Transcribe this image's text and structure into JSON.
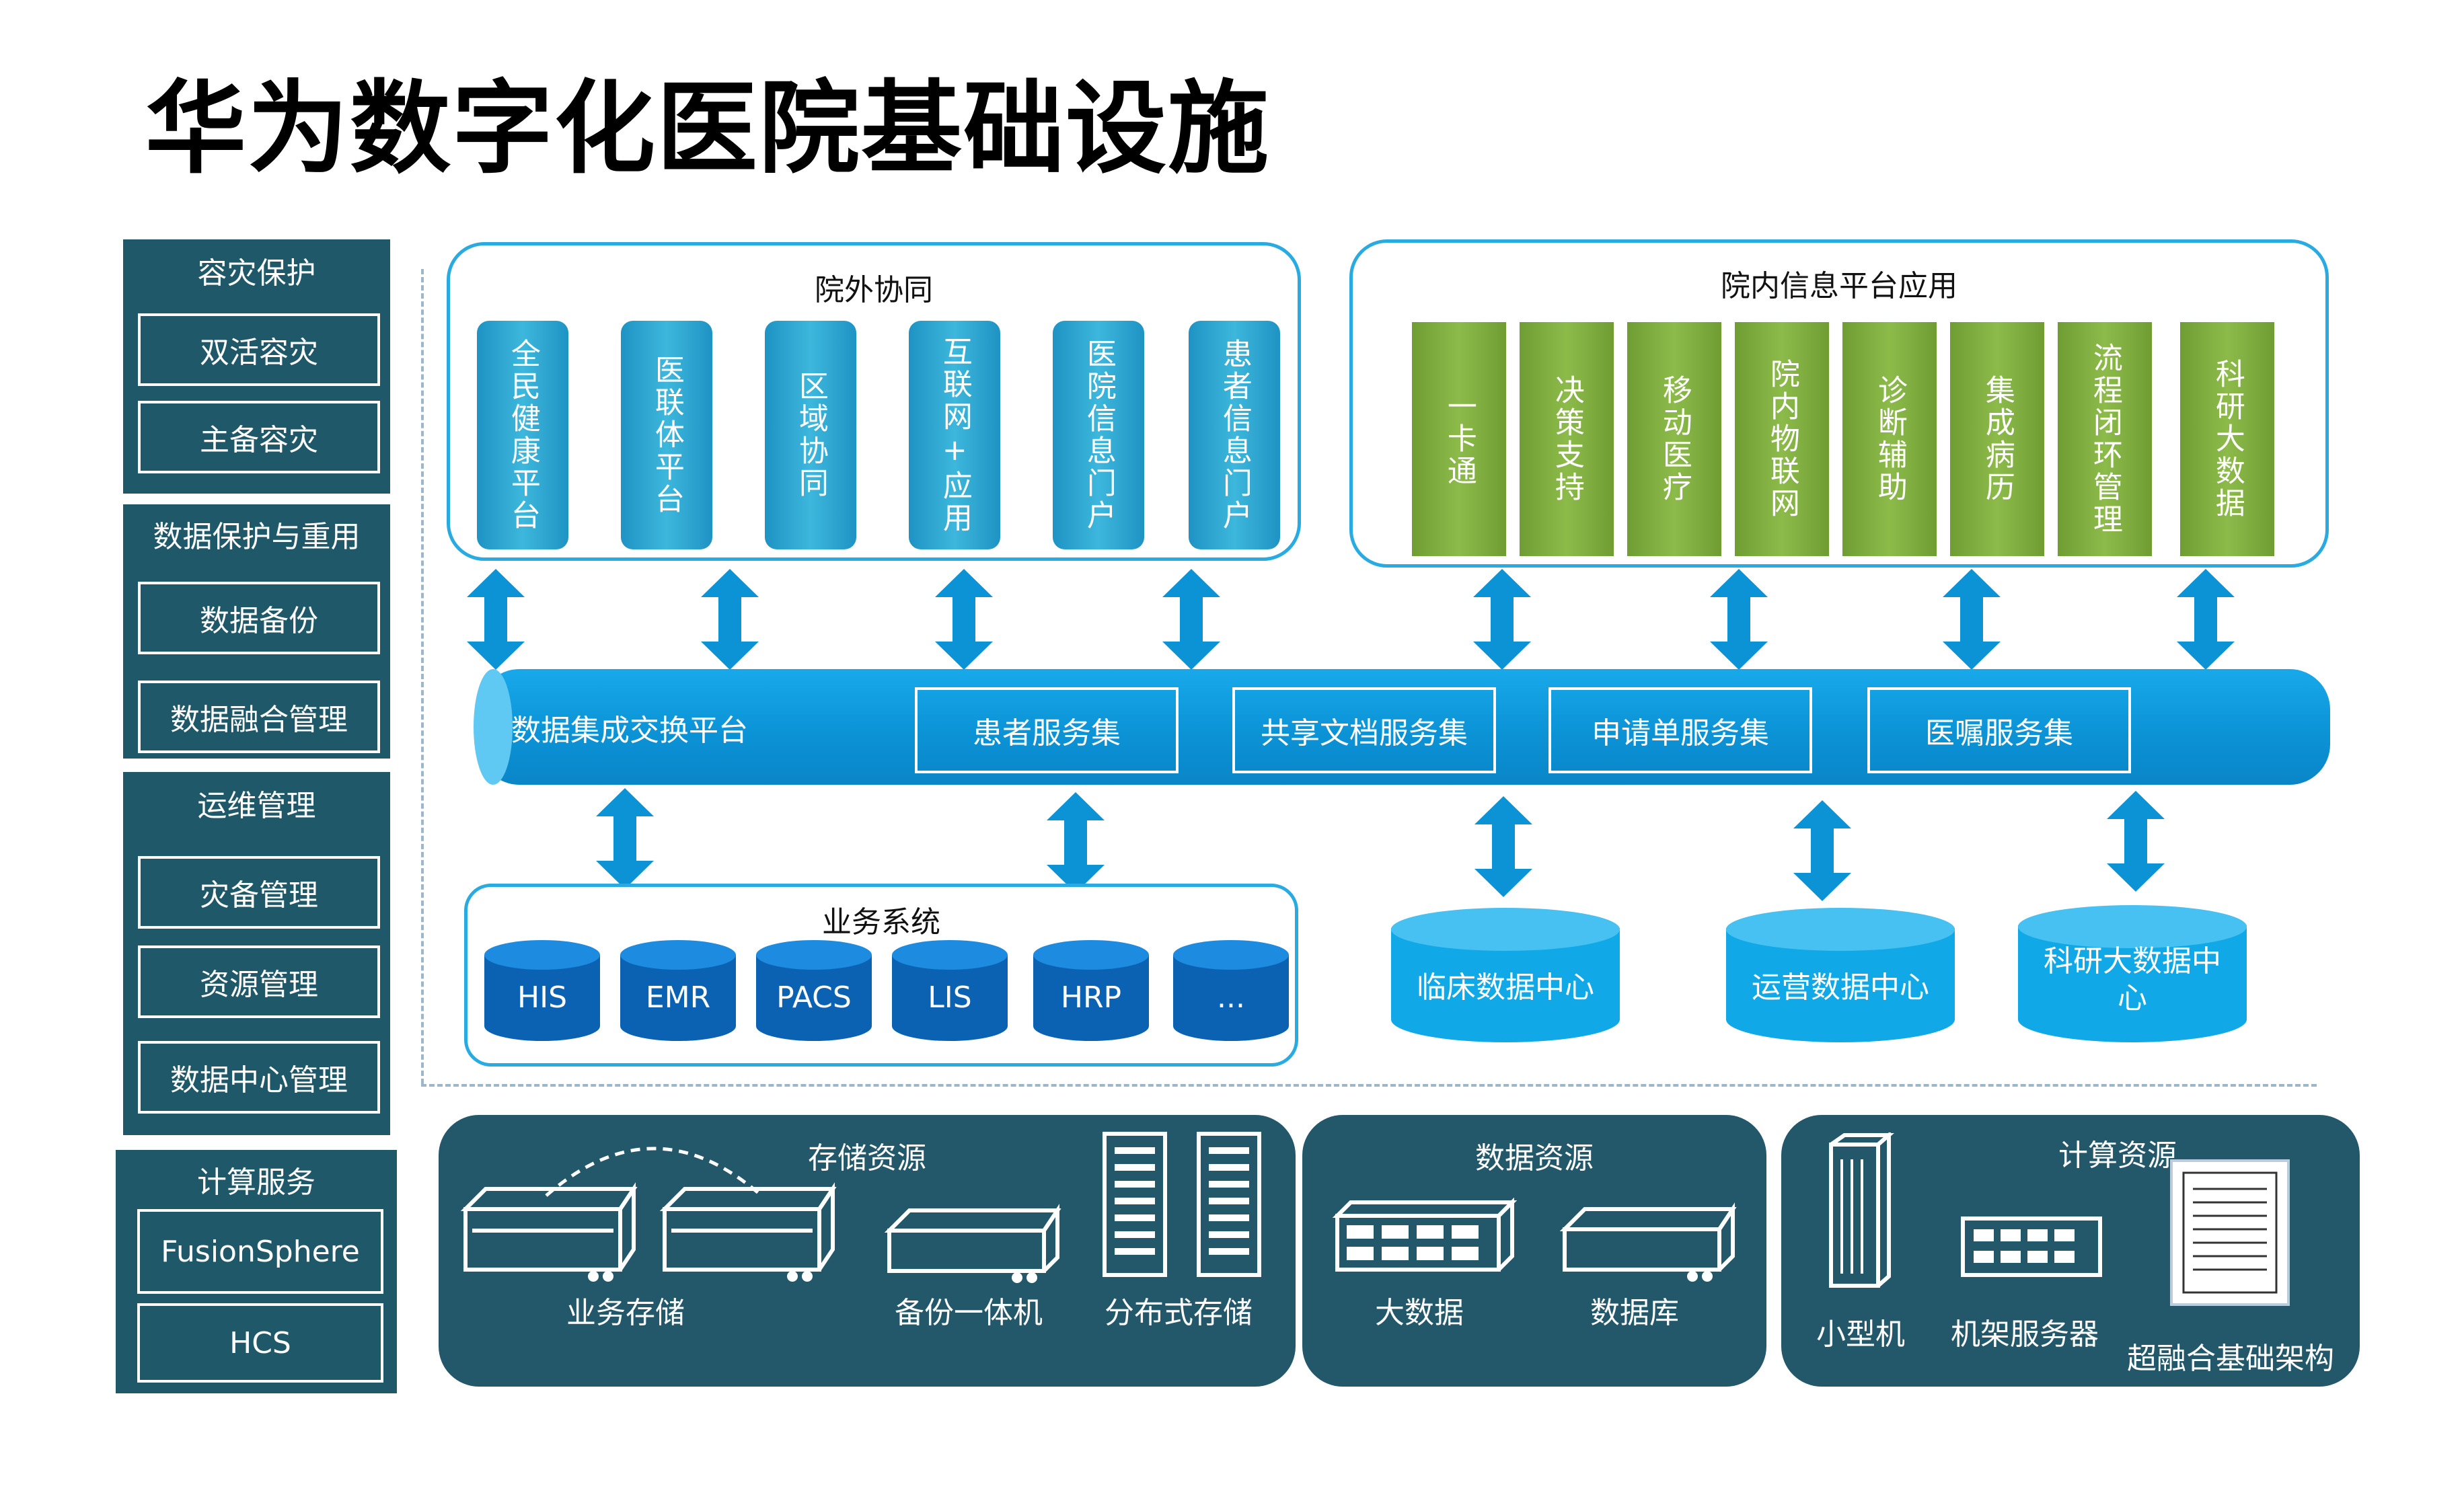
{
  "title": "华为数字化医院基础设施",
  "left": {
    "disaster": {
      "header": "容灾保护",
      "items": [
        "双活容灾",
        "主备容灾"
      ]
    },
    "data_protect": {
      "header": "数据保护与重用",
      "items": [
        "数据备份",
        "数据融合管理"
      ]
    },
    "ops": {
      "header": "运维管理",
      "items": [
        "灾备管理",
        "资源管理",
        "数据中心管理"
      ]
    },
    "compute": {
      "header": "计算服务",
      "items": [
        "FusionSphere",
        "HCS"
      ]
    }
  },
  "outside": {
    "title": "院外协同",
    "tiles": [
      "全民健康平台",
      "医联体平台",
      "区域协同",
      "互联网+应用",
      "医院信息门户",
      "患者信息门户"
    ]
  },
  "inside": {
    "title": "院内信息平台应用",
    "tiles": [
      "一卡通",
      "决策支持",
      "移动医疗",
      "院内物联网",
      "诊断辅助",
      "集成病历",
      "流程闭环管理",
      "科研大数据"
    ]
  },
  "bus": {
    "label": "数据集成交换平台",
    "services": [
      "患者服务集",
      "共享文档服务集",
      "申请单服务集",
      "医嘱服务集"
    ]
  },
  "business": {
    "title": "业务系统",
    "systems": [
      "HIS",
      "EMR",
      "PACS",
      "LIS",
      "HRP",
      "..."
    ]
  },
  "centers": [
    "临床数据中心",
    "运营数据中心",
    "科研大数据中心"
  ],
  "storage": {
    "title": "存储资源",
    "items": [
      "业务存储",
      "备份一体机",
      "分布式存储"
    ]
  },
  "data_res": {
    "title": "数据资源",
    "items": [
      "大数据",
      "数据库"
    ]
  },
  "compute_res": {
    "title": "计算资源",
    "items": [
      "小型机",
      "机架服务器",
      "超融合基础架构"
    ]
  },
  "colors": {
    "dark_teal": "#1f5868",
    "bus_blue": "#0b93d6",
    "panel_border": "#29abe2",
    "green_tile": "#7daa3f",
    "db_blue": "#0b62b3"
  }
}
